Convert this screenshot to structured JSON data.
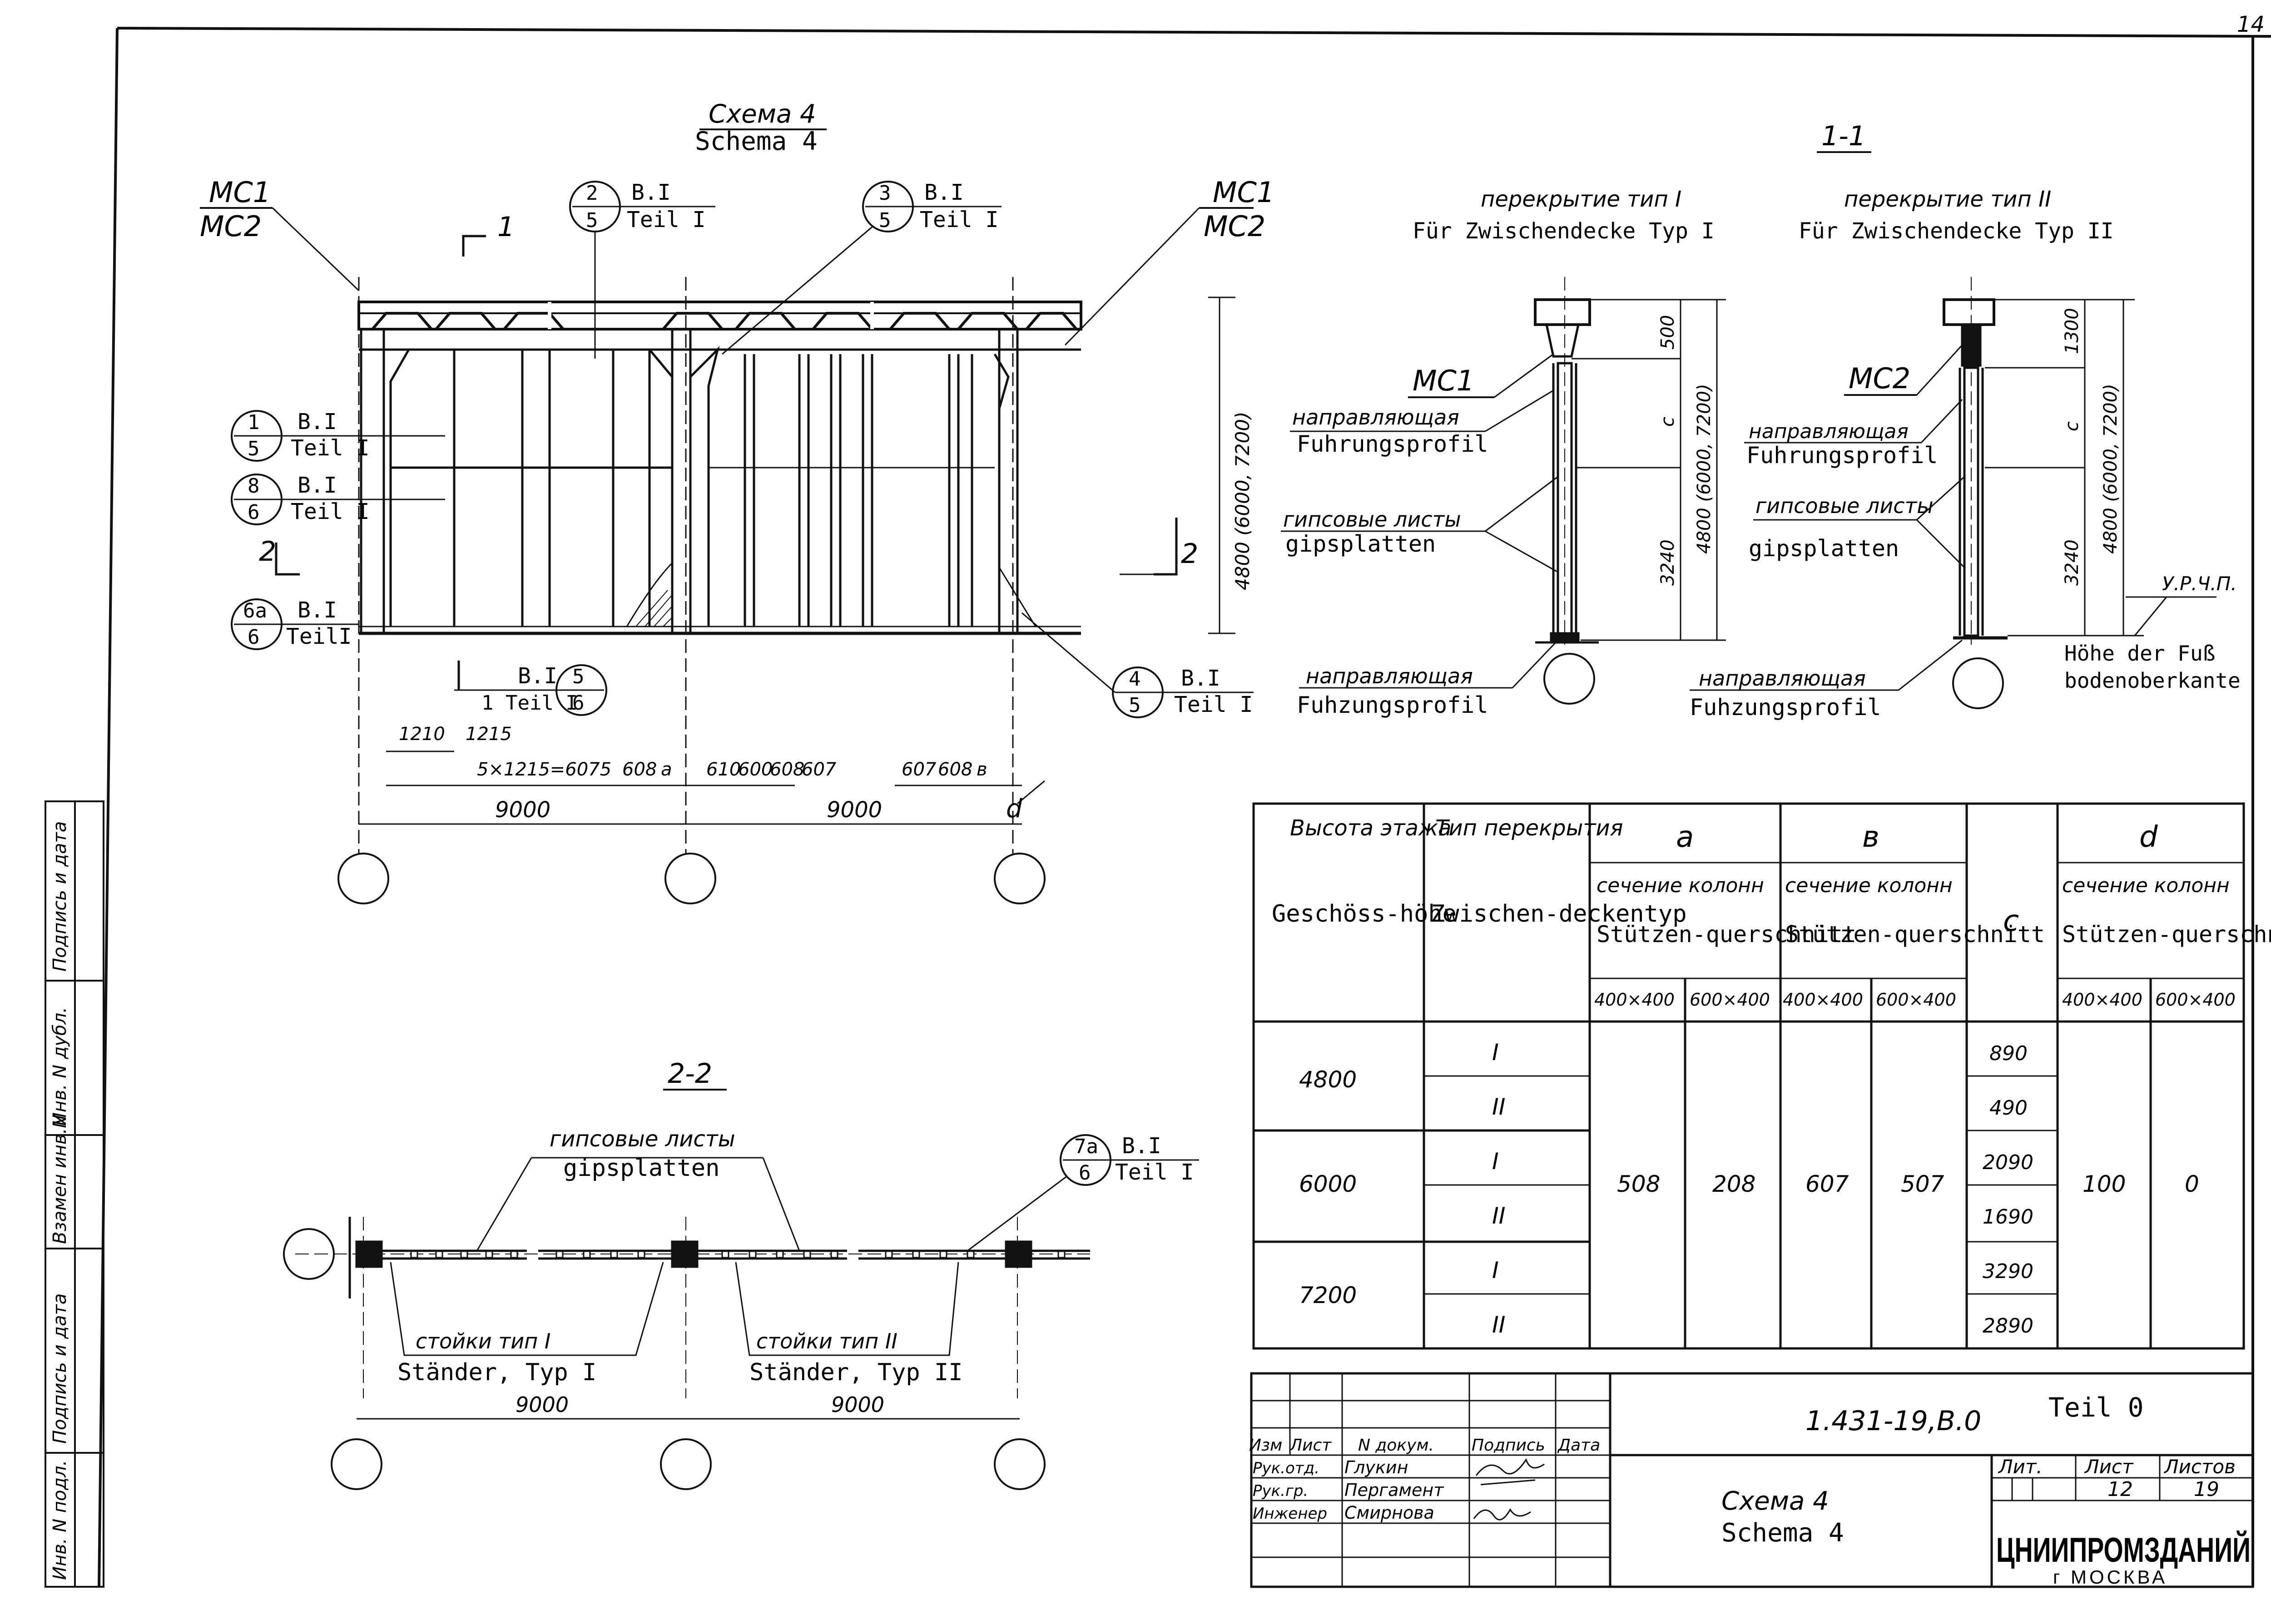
{
  "sheet_corner_number": "14",
  "schema": {
    "title_ru": "Схема 4",
    "title_de": "Schema 4"
  },
  "plan_labels": {
    "mc_left": [
      "МС1",
      "МС2"
    ],
    "mc_right": [
      "МС1",
      "МС2"
    ],
    "section1": "1",
    "section2": "2",
    "callouts": [
      {
        "num": "2",
        "den": "5",
        "a": "B.I",
        "b": "Teil I"
      },
      {
        "num": "3",
        "den": "5",
        "a": "B.I",
        "b": "Teil I"
      },
      {
        "num": "1",
        "den": "5",
        "a": "B.I",
        "b": "Teil I"
      },
      {
        "num": "8",
        "den": "6",
        "a": "B.I",
        "b": "Teil I"
      },
      {
        "num": "6a",
        "den": "6",
        "a": "B.I",
        "b": "TeilI"
      },
      {
        "num": "5",
        "den": "6",
        "a": "B.I",
        "b": "1 Teil I"
      },
      {
        "num": "4",
        "den": "5",
        "a": "B.I",
        "b": "Teil I"
      }
    ],
    "dims_small": [
      "1210",
      "1215",
      "5×1215=6075",
      "608",
      "a",
      "610",
      "600",
      "608",
      "607",
      "607",
      "608",
      "в"
    ],
    "dim_d": "d",
    "dims_total": [
      "9000",
      "9000"
    ],
    "height_dim": "4800 (6000, 7200)"
  },
  "section_1_1": {
    "title": "1-1",
    "typeI_ru": "перекрытие тип I",
    "typeI_de": "Für Zwischendecke   Typ I",
    "typeII_ru": "перекрытие тип II",
    "typeII_de": "Für Zwischendecke Typ II",
    "mc1": "МС1",
    "mc2": "МС2",
    "guide_ru": "направляющая",
    "guide_de": "Fuhrungsprofil",
    "gips_ru": "гипсовые листы",
    "gips_de": "gipsplatten",
    "gips_ru2": "гипсовые листы",
    "guide_bottom_ru": "направляющая",
    "guide_bottom_de": "Fuhzungsprofil",
    "dims_left": [
      "500",
      "c",
      "3240",
      "4800 (6000, 7200)"
    ],
    "dims_right": [
      "1300",
      "c",
      "3240",
      "4800 (6000, 7200)"
    ],
    "level_mark": "У.Р.Ч.П.",
    "level_de": [
      "Höhe der Fuß",
      "bodenoberkante"
    ]
  },
  "section_2_2": {
    "title": "2-2",
    "gips_ru": "гипсовые листы",
    "gips_de": "gipsplatten",
    "callout": {
      "num": "7a",
      "den": "6",
      "a": "B.I",
      "b": "Teil I"
    },
    "studI_ru": "стойки тип I",
    "studI_de": "Ständer, Typ I",
    "studII_ru": "стойки тип II",
    "studII_de": "Ständer, Typ II",
    "dims": [
      "9000",
      "9000"
    ]
  },
  "table": {
    "h_height_ru": "Высота этажа",
    "h_height_de": "Geschöss-höhe",
    "h_type_ru": "Тип перекрытия",
    "h_type_de": "Zwischen-deckentyp",
    "h_a": "a",
    "h_b": "в",
    "h_c": "c",
    "h_d": "d",
    "sub_ru": "сечение колонн",
    "sub_de": "Stützen-querschnitt",
    "col_sizes": [
      "400×400",
      "600×400"
    ],
    "rows": [
      {
        "height": "4800",
        "types": [
          "I",
          "II"
        ],
        "c": [
          "890",
          "490"
        ]
      },
      {
        "height": "6000",
        "types": [
          "I",
          "II"
        ],
        "c": [
          "2090",
          "1690"
        ]
      },
      {
        "height": "7200",
        "types": [
          "I",
          "II"
        ],
        "c": [
          "3290",
          "2890"
        ]
      }
    ],
    "a_vals": [
      "508",
      "208"
    ],
    "b_vals": [
      "607",
      "507"
    ],
    "d_vals": [
      "100",
      "0"
    ]
  },
  "title_block": {
    "code": "1.431-19,В.0",
    "teil": "Teil 0",
    "headers": [
      "Изм",
      "Лист",
      "N докум.",
      "Подпись",
      "Дата"
    ],
    "people": [
      {
        "role": "Рук.отд.",
        "name": "Глукин"
      },
      {
        "role": "Рук.гр.",
        "name": "Пергамент"
      },
      {
        "role": "Инженер",
        "name": "Смирнова"
      }
    ],
    "sheet_title_ru": "Схема 4",
    "sheet_title_de": "Schema 4",
    "lit_h": "Лит.",
    "sheet_h": "Лист",
    "sheets_h": "Листов",
    "sheet": "12",
    "sheets": "19",
    "org": "ЦНИИПРОМЗДАНИЙ",
    "city": "г МОСКВА"
  },
  "side_stamp": [
    "Подпись и дата",
    "Инв. N дубл.",
    "Взамен инв.N",
    "Подпись и дата",
    "Инв. N подл."
  ]
}
